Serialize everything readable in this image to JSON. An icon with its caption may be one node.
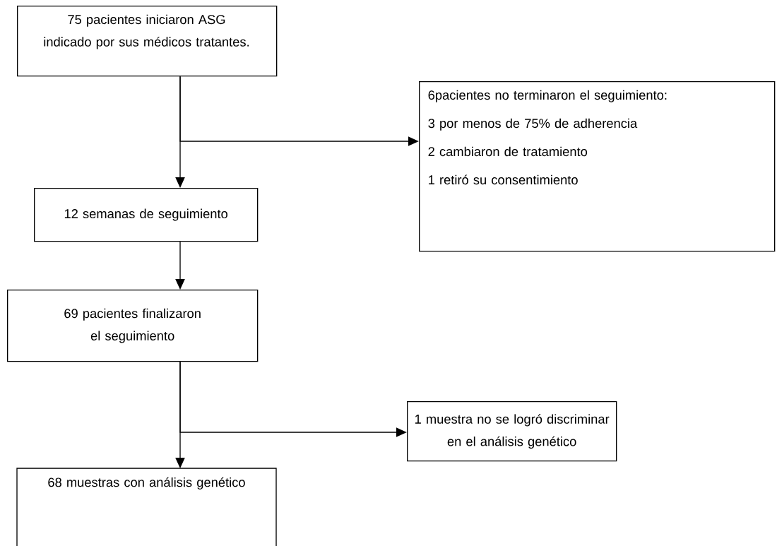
{
  "diagram": {
    "nodes": [
      {
        "text": [
          "75 pacientes iniciaron ASG indicado por sus médicos tratantes."
        ]
      },
      {
        "text": [
          "12 semanas de seguimiento"
        ]
      },
      {
        "text": [
          "6pacientes no terminaron el seguimiento:",
          "3 por menos de 75% de adherencia",
          "2 cambiaron de tratamiento",
          "1 retiró su consentimiento"
        ]
      },
      {
        "text": [
          "69 pacientes finalizaron el seguimiento"
        ]
      },
      {
        "text": [
          "1 muestra no se logró discriminar en el análisis genético"
        ]
      },
      {
        "text": [
          "68 muestras con análisis genético"
        ]
      }
    ],
    "edges": [
      {
        "from": 0,
        "to": 1,
        "arrow": "to"
      },
      {
        "from": 0,
        "to": 2,
        "arrow": "to"
      },
      {
        "from": 1,
        "to": 3,
        "arrow": "to"
      },
      {
        "from": 3,
        "to": 5,
        "arrow": "to"
      },
      {
        "from": 3,
        "to": 4,
        "arrow": "to"
      }
    ]
  }
}
